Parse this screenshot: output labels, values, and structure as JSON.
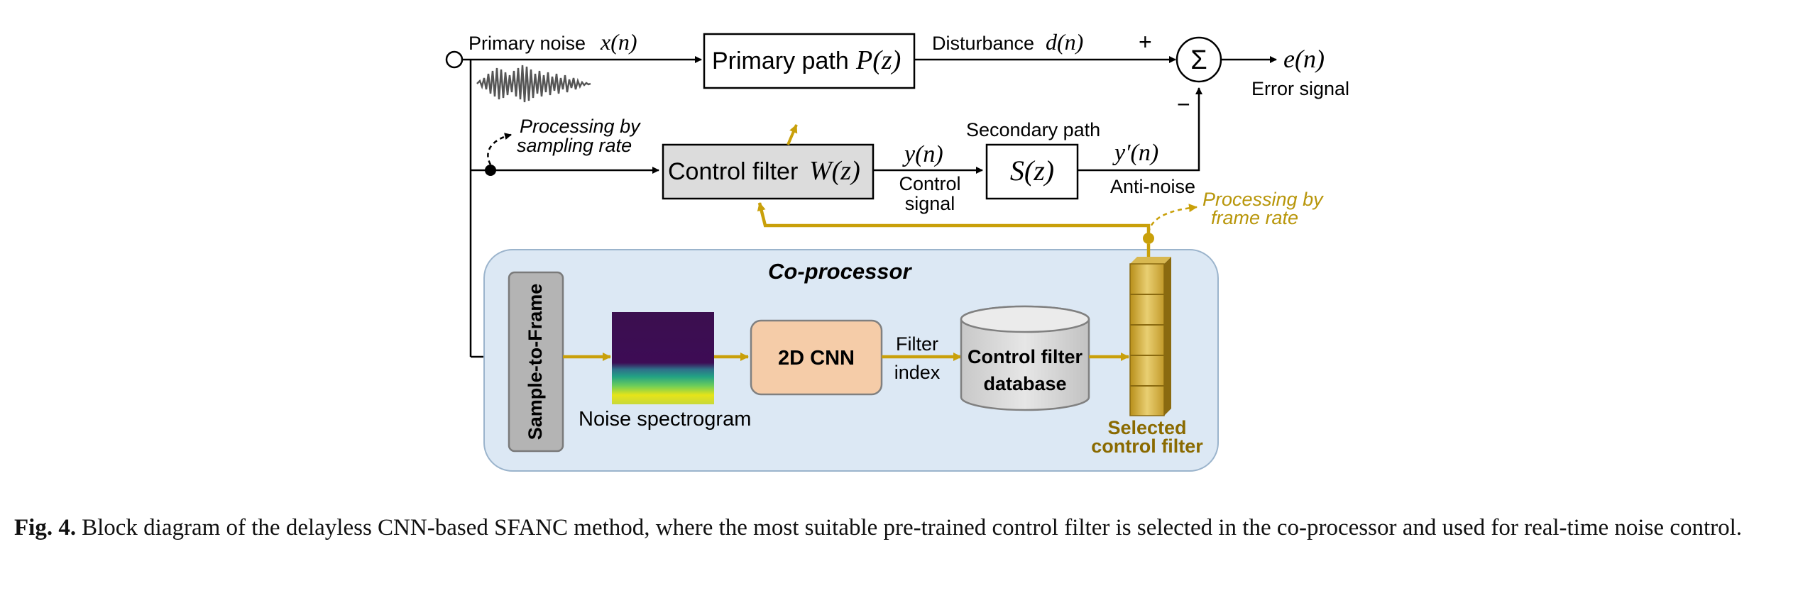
{
  "labels": {
    "primary_noise": "Primary noise",
    "primary_noise_sym": "x(n)",
    "primary_path": "Primary path",
    "primary_path_sym": "P(z)",
    "disturbance": "Disturbance",
    "disturbance_sym": "d(n)",
    "plus": "+",
    "minus": "−",
    "sum_sym": "Σ",
    "error_sym": "e(n)",
    "error_signal": "Error signal",
    "proc_sampling_1": "Processing by",
    "proc_sampling_2": "sampling rate",
    "control_filter": "Control filter",
    "control_filter_sym": "W(z)",
    "y_sym": "y(n)",
    "control_signal_1": "Control",
    "control_signal_2": "signal",
    "secondary_path": "Secondary path",
    "secondary_sym": "S(z)",
    "yprime_sym": "y′(n)",
    "anti_noise": "Anti-noise",
    "proc_frame_1": "Processing by",
    "proc_frame_2": "frame rate",
    "coprocessor": "Co-processor",
    "sample_to_frame": "Sample-to-Frame",
    "noise_spectrogram": "Noise spectrogram",
    "cnn": "2D CNN",
    "filter_index_1": "Filter",
    "filter_index_2": "index",
    "database_1": "Control filter",
    "database_2": "database",
    "selected_1": "Selected",
    "selected_2": "control filter"
  },
  "caption": {
    "label": "Fig. 4.",
    "text": "Block diagram of the delayless CNN-based SFANC method, where the most suitable pre-trained control filter is selected in the co-processor and used for real-time noise control."
  },
  "colors": {
    "gold_line": "#c9a00a",
    "coprocessor_bg": "#dce8f4",
    "cnn_fill": "#f5cca8",
    "control_filter_fill": "#dcdcdc"
  }
}
